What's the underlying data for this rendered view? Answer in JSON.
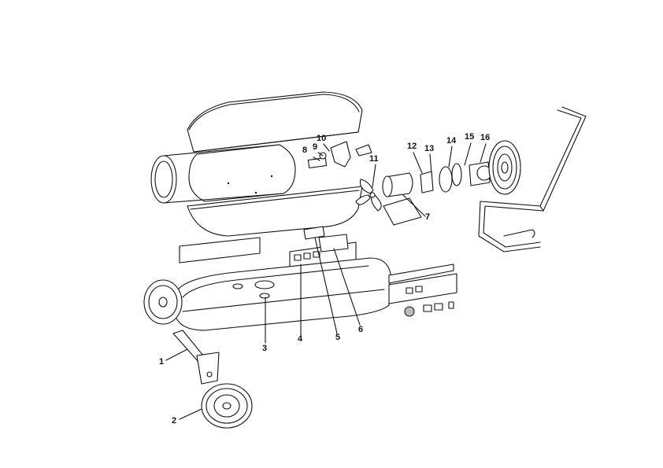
{
  "diagram": {
    "type": "exploded parts view",
    "callouts": [
      {
        "label": "1"
      },
      {
        "label": "2"
      },
      {
        "label": "3"
      },
      {
        "label": "4"
      },
      {
        "label": "5"
      },
      {
        "label": "6"
      },
      {
        "label": "7"
      },
      {
        "label": "8"
      },
      {
        "label": "9"
      },
      {
        "label": "10"
      },
      {
        "label": "11"
      },
      {
        "label": "12"
      },
      {
        "label": "13"
      },
      {
        "label": "14"
      },
      {
        "label": "15"
      },
      {
        "label": "16"
      }
    ]
  }
}
